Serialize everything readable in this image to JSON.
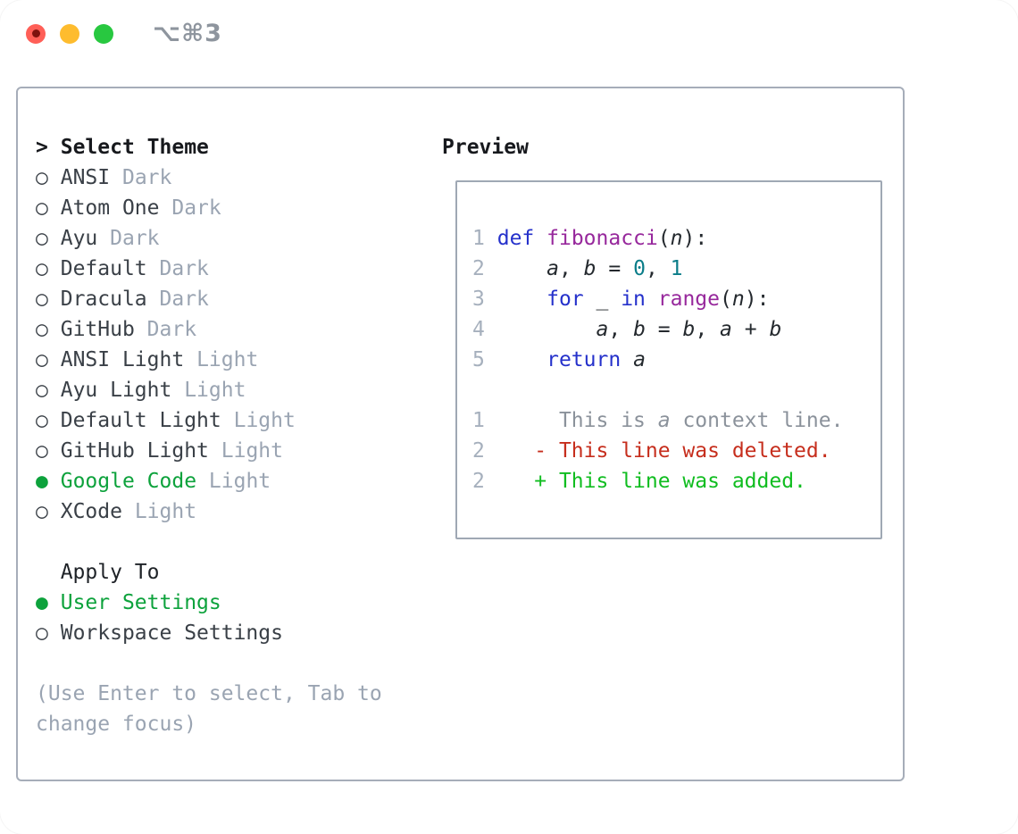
{
  "window": {
    "title": "⌥⌘3",
    "controls": {
      "close": "close",
      "minimize": "minimize",
      "zoom": "zoom"
    }
  },
  "icons": {
    "cursor": ">",
    "radio_unselected": "○",
    "radio_selected": "●"
  },
  "theme_panel": {
    "title": "Select Theme",
    "themes": [
      {
        "name": "ANSI",
        "variant": "Dark",
        "selected": false
      },
      {
        "name": "Atom One",
        "variant": "Dark",
        "selected": false
      },
      {
        "name": "Ayu",
        "variant": "Dark",
        "selected": false
      },
      {
        "name": "Default",
        "variant": "Dark",
        "selected": false
      },
      {
        "name": "Dracula",
        "variant": "Dark",
        "selected": false
      },
      {
        "name": "GitHub",
        "variant": "Dark",
        "selected": false
      },
      {
        "name": "ANSI Light",
        "variant": "Light",
        "selected": false
      },
      {
        "name": "Ayu Light",
        "variant": "Light",
        "selected": false
      },
      {
        "name": "Default Light",
        "variant": "Light",
        "selected": false
      },
      {
        "name": "GitHub Light",
        "variant": "Light",
        "selected": false
      },
      {
        "name": "Google Code",
        "variant": "Light",
        "selected": true
      },
      {
        "name": "XCode",
        "variant": "Light",
        "selected": false
      }
    ],
    "apply_to": {
      "title": "Apply To",
      "options": [
        {
          "label": "User Settings",
          "selected": true
        },
        {
          "label": "Workspace Settings",
          "selected": false
        }
      ]
    },
    "hint": "(Use Enter to select, Tab to change focus)"
  },
  "preview_panel": {
    "title": "Preview",
    "blocks": [
      {
        "name": "python-sample",
        "lines": [
          {
            "num": "1",
            "segs": [
              [
                "def",
                "kw"
              ],
              [
                " ",
                "pl"
              ],
              [
                "fibonacci",
                "fn"
              ],
              [
                "(",
                "pl"
              ],
              [
                "n",
                "var"
              ],
              [
                "):",
                "pl"
              ]
            ]
          },
          {
            "num": "2",
            "segs": [
              [
                "    ",
                "pl"
              ],
              [
                "a",
                "var"
              ],
              [
                ", ",
                "pl"
              ],
              [
                "b",
                "var"
              ],
              [
                " = ",
                "pl"
              ],
              [
                "0",
                "lit"
              ],
              [
                ", ",
                "pl"
              ],
              [
                "1",
                "lit"
              ]
            ]
          },
          {
            "num": "3",
            "segs": [
              [
                "    ",
                "pl"
              ],
              [
                "for",
                "kw"
              ],
              [
                " _ ",
                "pl"
              ],
              [
                "in",
                "kw"
              ],
              [
                " ",
                "pl"
              ],
              [
                "range",
                "fn"
              ],
              [
                "(",
                "pl"
              ],
              [
                "n",
                "var"
              ],
              [
                "):",
                "pl"
              ]
            ]
          },
          {
            "num": "4",
            "segs": [
              [
                "        ",
                "pl"
              ],
              [
                "a",
                "var"
              ],
              [
                ", ",
                "pl"
              ],
              [
                "b",
                "var"
              ],
              [
                " = ",
                "pl"
              ],
              [
                "b",
                "var"
              ],
              [
                ", ",
                "pl"
              ],
              [
                "a",
                "var"
              ],
              [
                " + ",
                "pl"
              ],
              [
                "b",
                "var"
              ]
            ]
          },
          {
            "num": "5",
            "segs": [
              [
                "    ",
                "pl"
              ],
              [
                "return",
                "kw"
              ],
              [
                " ",
                "pl"
              ],
              [
                "a",
                "var"
              ]
            ]
          }
        ]
      },
      {
        "name": "diff-sample",
        "lines": [
          {
            "num": "1",
            "segs": [
              [
                "     This is ",
                "ctx"
              ],
              [
                "a",
                "ctxv"
              ],
              [
                " context line.",
                "ctx"
              ]
            ]
          },
          {
            "num": "2",
            "segs": [
              [
                "   - This line was deleted.",
                "del"
              ]
            ]
          },
          {
            "num": "2",
            "segs": [
              [
                "   + This line was added.",
                "add"
              ]
            ]
          }
        ]
      }
    ]
  },
  "colors": {
    "accent_green": "#0da23c",
    "added_green": "#10bd20",
    "deleted_red": "#c62e1d",
    "keyword_blue": "#2531cb",
    "function_purple": "#97289c",
    "literal_teal": "#0b7d89",
    "muted_gray": "#9aa4b2",
    "border_gray": "#a0a9b4",
    "traffic_red": "#ff5f57",
    "traffic_yellow": "#febc2e",
    "traffic_green": "#28c840"
  }
}
